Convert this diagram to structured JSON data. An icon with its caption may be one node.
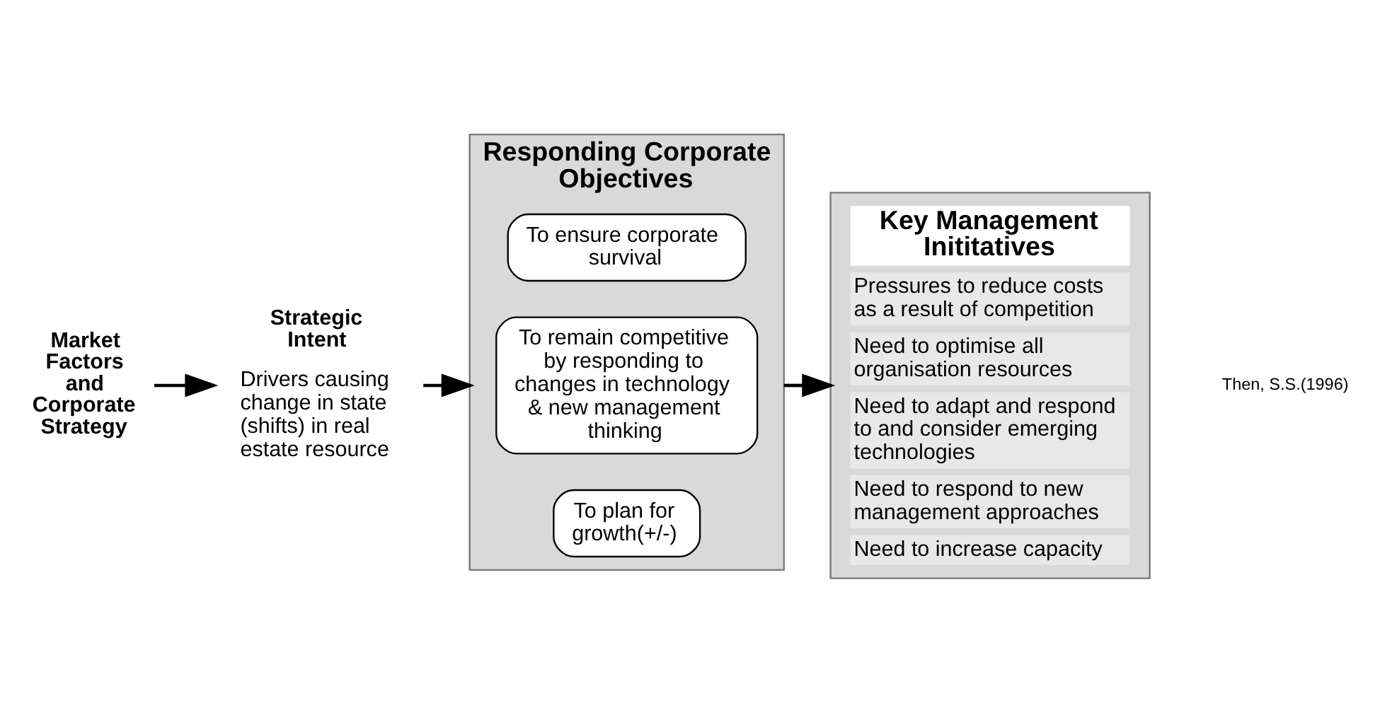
{
  "diagram": {
    "nodes": [
      {
        "text": [
          "Market Factors and Corporate Strategy"
        ]
      },
      {
        "text": [
          "Strategic Intent",
          "Drivers causing change in state (shifts) in real estate resource"
        ]
      },
      {
        "text": [
          "Responding Corporate Objectives"
        ]
      },
      {
        "text": [
          "To ensure corporate survival"
        ],
        "in": 2
      },
      {
        "text": [
          "To remain competitive by responding to changes in technology & new management thinking"
        ],
        "in": 2
      },
      {
        "text": [
          "To plan for growth(+/-)"
        ],
        "in": 2
      },
      {
        "text": [
          "Key Management Inititatives",
          "Pressures to reduce costs as a result of competition",
          "Need to optimise all organisation resources",
          "Need to adapt and respond to and consider emerging technologies",
          "Need to respond to new management approaches",
          "Need to increase capacity"
        ]
      }
    ],
    "edges": [
      {
        "from": 0,
        "to": 1,
        "arrow": "to"
      },
      {
        "from": 1,
        "to": 2,
        "arrow": "to"
      },
      {
        "from": 2,
        "to": 6,
        "arrow": "to"
      }
    ],
    "labels": [
      "Then, S.S.(1996)"
    ]
  }
}
